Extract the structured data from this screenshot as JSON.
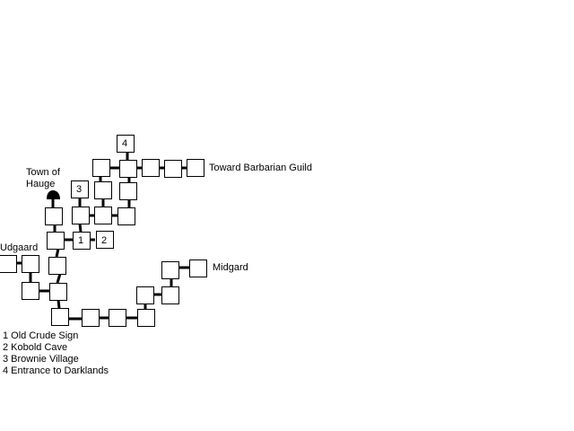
{
  "locations": {
    "town_of_hauge": "Town of\nHauge",
    "udgaard": "Udgaard",
    "midgard": "Midgard",
    "barbarian_guild": "Toward Barbarian Guild"
  },
  "room_numbers": [
    "1",
    "2",
    "3",
    "4"
  ],
  "legend": [
    "1 Old Crude Sign",
    "2 Kobold Cave",
    "3 Brownie Village",
    "4 Entrance to Darklands"
  ],
  "colors": {
    "line": "#000000",
    "room_fill": "#ffffff"
  },
  "icons": {
    "town": "town-mound-icon"
  }
}
